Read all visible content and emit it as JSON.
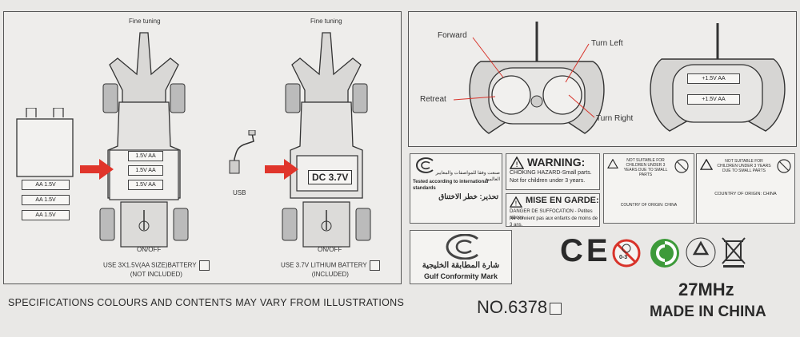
{
  "left": {
    "fine_tuning_1": "Fine tuning",
    "fine_tuning_2": "Fine tuning",
    "usb": "USB",
    "onoff_1": "ON/OFF",
    "onoff_2": "ON/OFF",
    "battery_aa_cell": "1.5V AA",
    "battery_loose_cell": "AA 1.5V",
    "dc_label": "DC 3.7V",
    "battery_note_1": "USE 3X1.5V(AA SIZE)BATTERY",
    "battery_note_1b": "(NOT INCLUDED)",
    "battery_note_2": "USE 3.7V LITHIUM BATTERY",
    "battery_note_2b": "(INCLUDED)"
  },
  "remote": {
    "forward": "Forward",
    "retreat": "Retreat",
    "turn_left": "Turn Left",
    "turn_right": "Turn Right",
    "battery_cell": "+1.5V AA"
  },
  "labels": {
    "gcc_arabic": "صنعت وفقا للمواصفات والمعايير العالمية",
    "gcc_english": "Tested according to international standards",
    "gcc_warning_ar": "تحذير: خطر الاختناق",
    "warning_title": "WARNING:",
    "warning_line1": "CHOKING HAZARD-Small parts.",
    "warning_line2": "Not for children under 3 years.",
    "mise_title": "MISE EN GARDE:",
    "mise_line1": "DANGER DE SUFFOCATION - Petites pièces.",
    "mise_line2": "Ne convient pas aux enfants de moins de 3 ans.",
    "not_suitable_1": "NOT SUITABLE FOR CHILDREN UNDER 3 YEARS DUE TO SMALL PARTS",
    "not_suitable_2": "NOT SUITABLE FOR CHILDREN UNDER 3 YEARS DUE TO SMALL PARTS",
    "country_origin": "COUNTRY OF ORIGIN: CHINA",
    "gulf_arabic": "شارة المطابقة الخليجية",
    "gulf_english": "Gulf Conformity Mark",
    "age_badge": "0-3",
    "ce": "CE"
  },
  "footer": {
    "specs": "SPECIFICATIONS COLOURS AND CONTENTS MAY VARY FROM ILLUSTRATIONS",
    "model": "NO.6378",
    "frequency": "27MHz",
    "made_in": "MADE IN CHINA"
  },
  "colors": {
    "arrow_red": "#e0352b",
    "recycle_green": "#3d9a3a",
    "no_age_red": "#d8332a"
  }
}
